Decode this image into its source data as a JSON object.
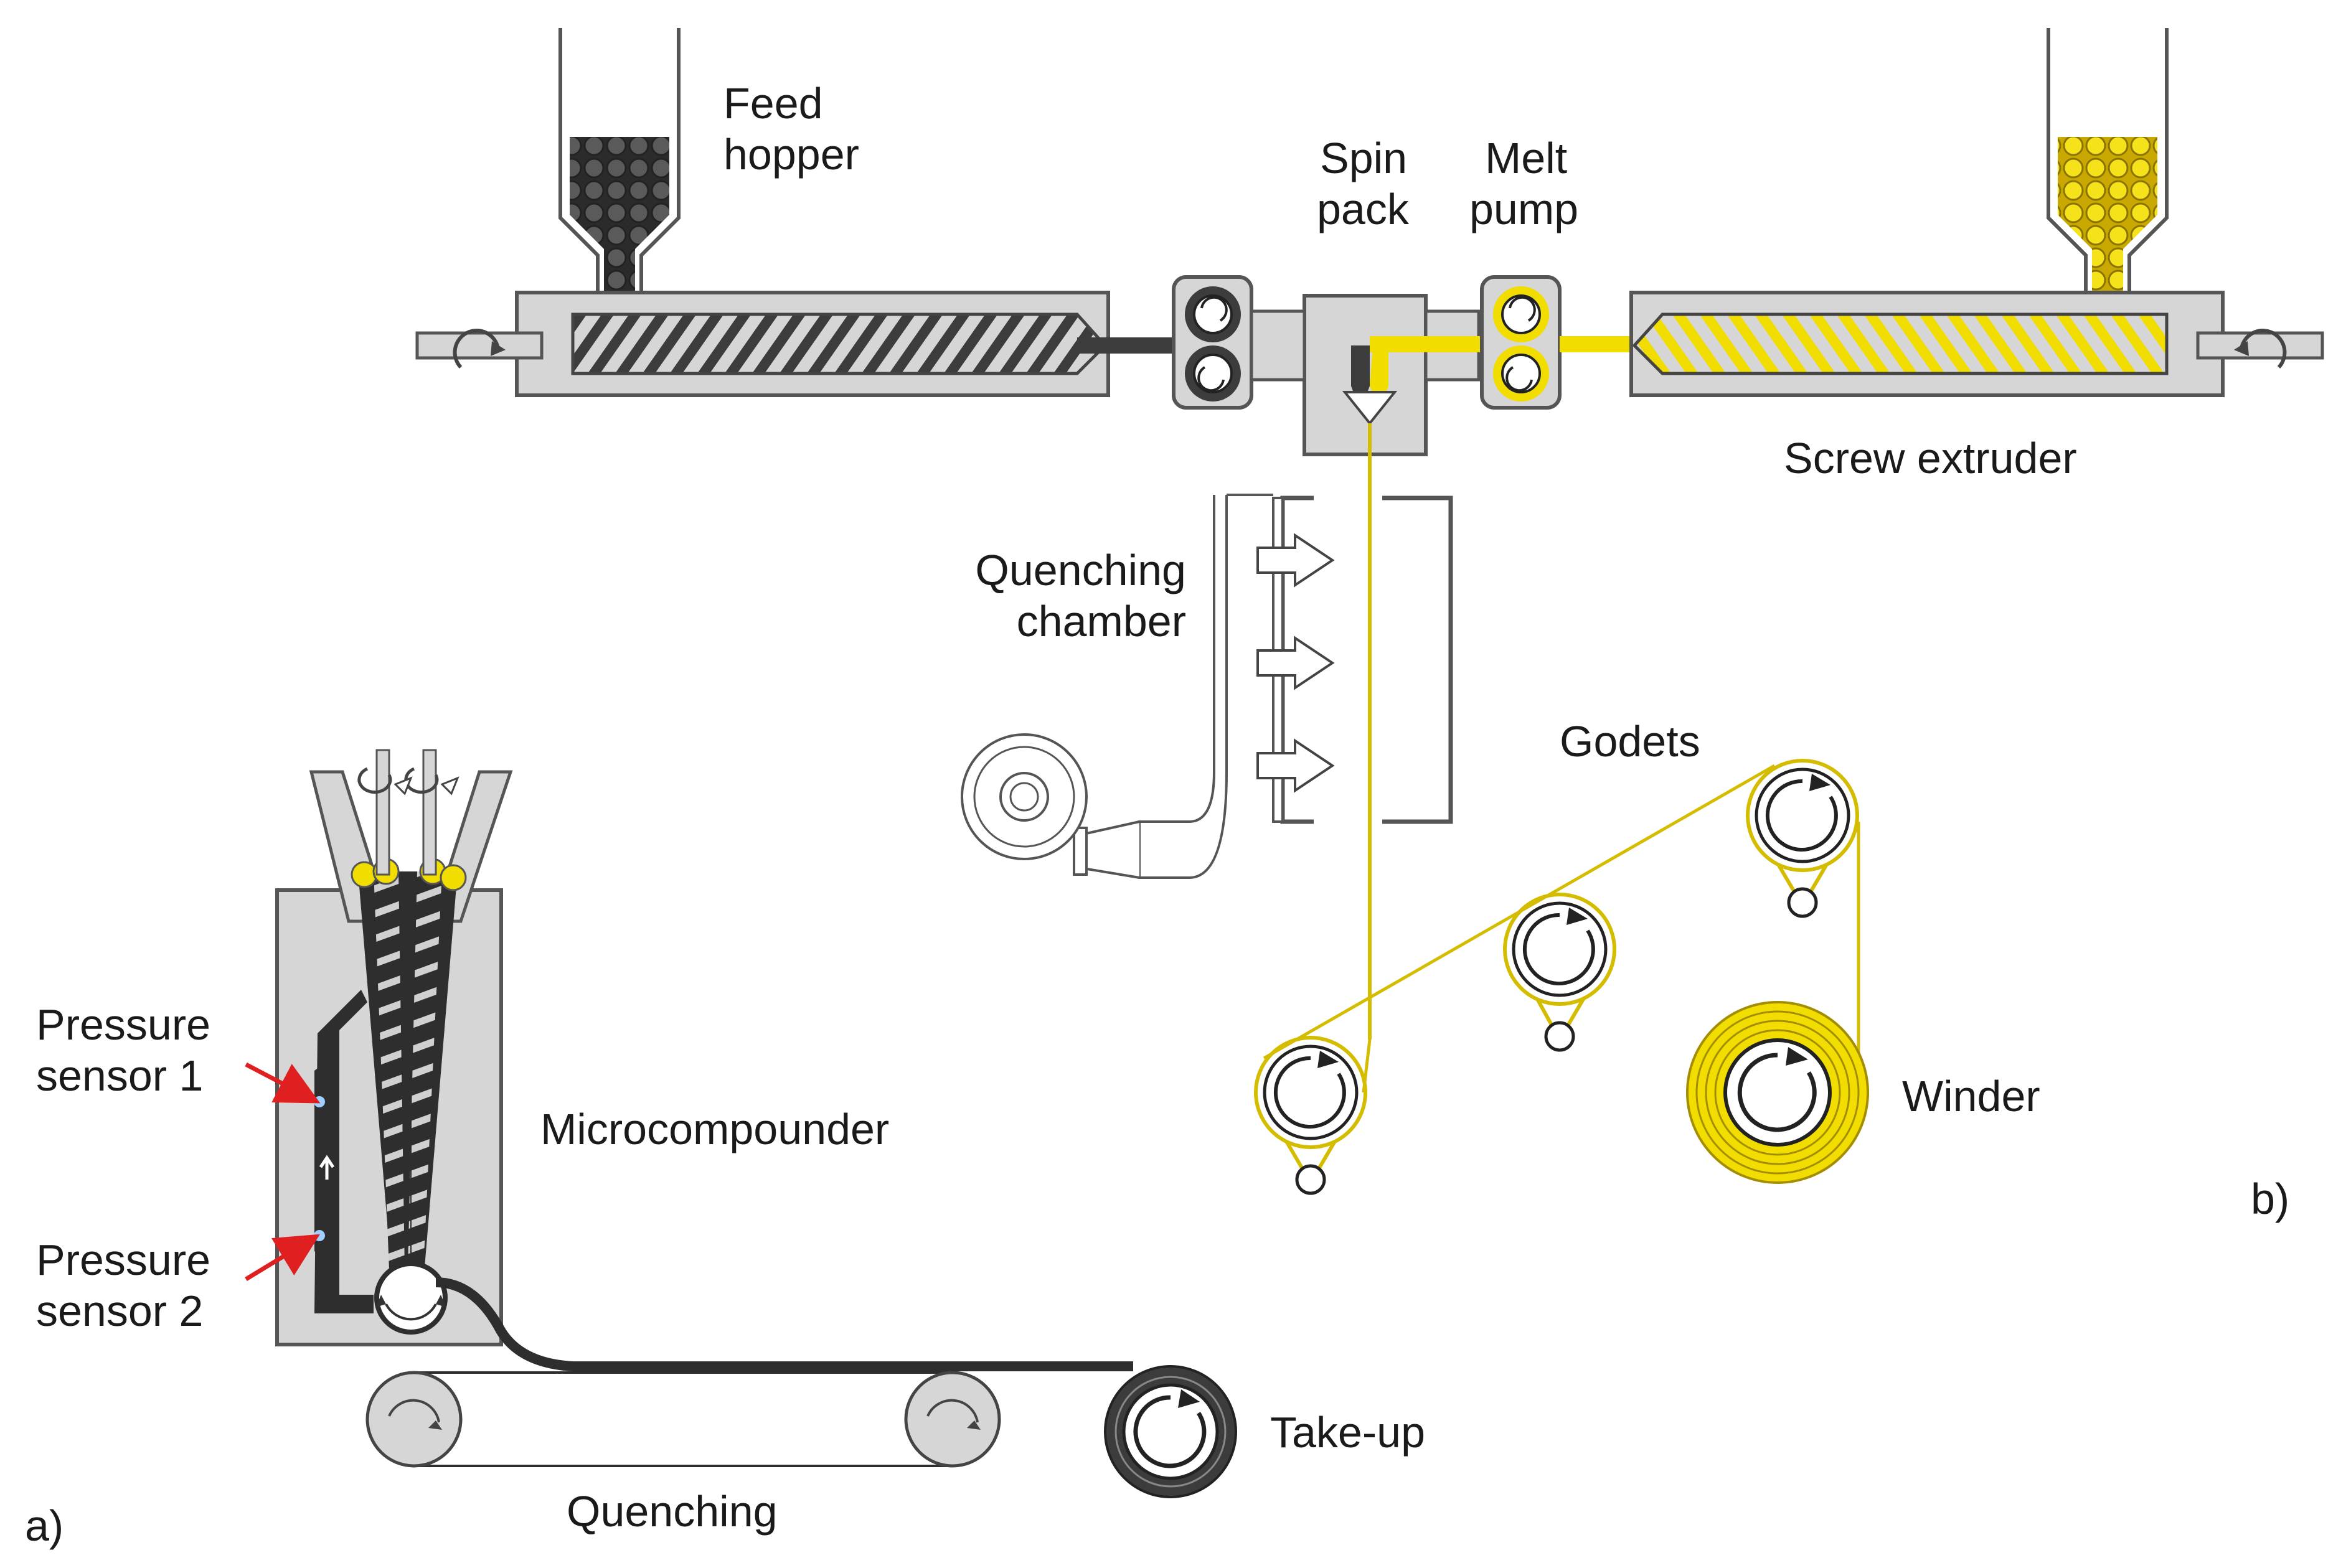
{
  "labels": {
    "feed_hopper_line1": "Feed",
    "feed_hopper_line2": "hopper",
    "spin_pack_line1": "Spin",
    "spin_pack_line2": "pack",
    "melt_pump_line1": "Melt",
    "melt_pump_line2": "pump",
    "screw_extruder": "Screw extruder",
    "quenching_chamber_line1": "Quenching",
    "quenching_chamber_line2": "chamber",
    "godets": "Godets",
    "winder": "Winder",
    "panel_b": "b)",
    "pressure_sensor1_line1": "Pressure",
    "pressure_sensor1_line2": "sensor 1",
    "pressure_sensor2_line1": "Pressure",
    "pressure_sensor2_line2": "sensor 2",
    "microcompounder": "Microcompounder",
    "take_up": "Take-up",
    "quenching": "Quenching",
    "panel_a": "a)"
  },
  "colors": {
    "machine_body": "#d6d6d6",
    "dark_polymer": "#3c3c3c",
    "yellow_polymer": "#f2dd00",
    "fiber_line": "#d4bd00",
    "sensor_arrow": "#e02020",
    "sensor_dot": "#9fd0ff"
  }
}
